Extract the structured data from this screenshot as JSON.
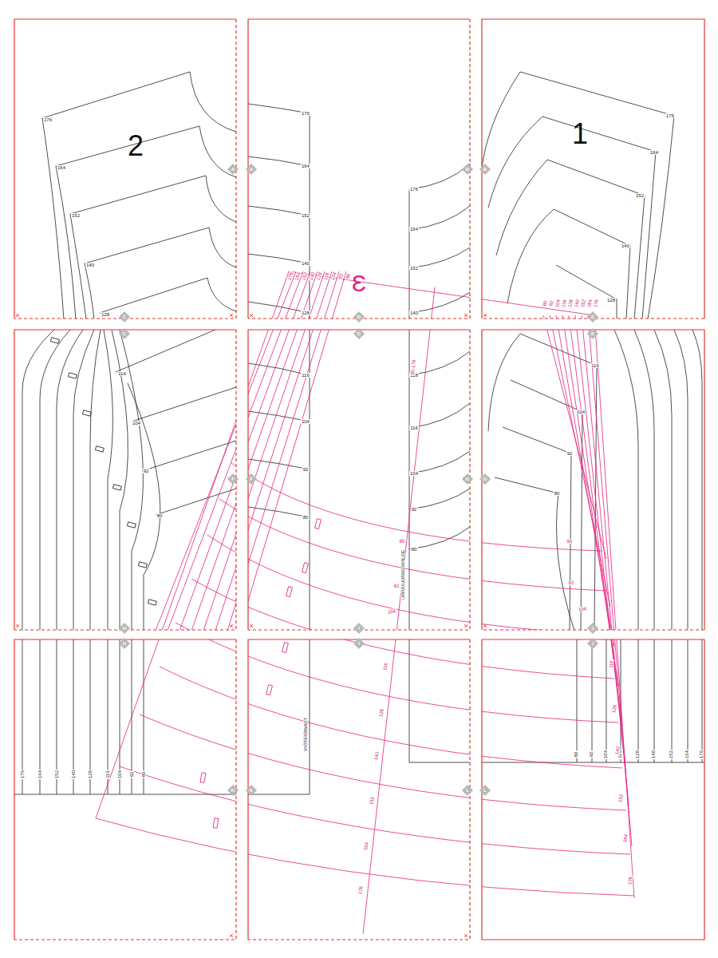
{
  "diagram": {
    "labels": [
      "2",
      "1",
      "Ɛ",
      "A",
      "A",
      "B",
      "B",
      "C",
      "C",
      "D",
      "D",
      "E",
      "E",
      "F",
      "F",
      "G",
      "G",
      "H",
      "H",
      "I",
      "I",
      "J",
      "J",
      "K",
      "K",
      "L",
      "L",
      "176",
      "164",
      "152",
      "140",
      "128",
      "116",
      "104",
      "92",
      "80",
      "176",
      "164",
      "152",
      "140",
      "128",
      "116",
      "104",
      "92",
      "80",
      "176",
      "164",
      "152",
      "140",
      "128",
      "116",
      "104",
      "92",
      "80",
      "176",
      "164",
      "152",
      "140",
      "128",
      "116",
      "104",
      "92",
      "80",
      "176",
      "164",
      "152",
      "140",
      "128",
      "116",
      "104",
      "92",
      "80",
      "80",
      "92",
      "104",
      "116",
      "128",
      "140",
      "152",
      "164",
      "176",
      "176",
      "164",
      "152",
      "140",
      "128",
      "116",
      "104",
      "92",
      "80",
      "80",
      "92",
      "104",
      "116",
      "128",
      "140",
      "152",
      "164",
      "176",
      "80",
      "92",
      "104",
      "80",
      "92",
      "104",
      "116",
      "128",
      "140",
      "152",
      "164",
      "176",
      "116",
      "128",
      "140",
      "152",
      "164",
      "176",
      "80-176",
      "LANKASUORA/GRAINLINE",
      "VYÖTÄRÖ/WAIST"
    ]
  }
}
